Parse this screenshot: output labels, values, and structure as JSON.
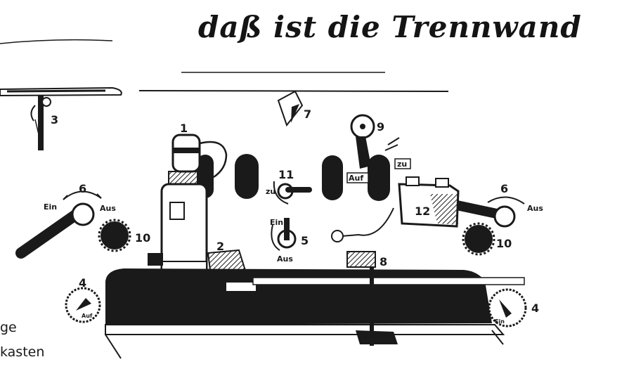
{
  "title": "daß ist die Trennwand",
  "labels": {
    "n1": "1",
    "n2": "2",
    "n3": "3",
    "n4_left": "4",
    "n4_right": "4",
    "n5": "5",
    "n6_left": "6",
    "n6_right": "6",
    "n7": "7",
    "n8": "8",
    "n9": "9",
    "n10_left": "10",
    "n10_right": "10",
    "n11": "11",
    "n12": "12"
  },
  "small_text": {
    "ein_left": "Ein",
    "aus_left": "Aus",
    "ein_5": "Ein",
    "aus_5": "Aus",
    "auf": "Auf",
    "zu": "zu",
    "zu_11": "zu",
    "aus_right": "Aus",
    "auf_left_4": "Auf",
    "ein_right_4": "Ein"
  },
  "side_text": {
    "line1": "ge",
    "line2": "kasten"
  },
  "colors": {
    "ink": "#1a1a1a",
    "paper": "#ffffff",
    "grey": "#6e6e6e"
  }
}
